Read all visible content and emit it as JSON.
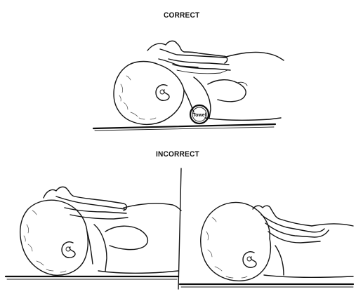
{
  "labels": {
    "correct": "CORRECT",
    "incorrect": "INCORRECT"
  },
  "panels": {
    "correct": {
      "support_roll_text": "Towel"
    }
  },
  "colors": {
    "ink": "#141414",
    "background": "#ffffff"
  }
}
